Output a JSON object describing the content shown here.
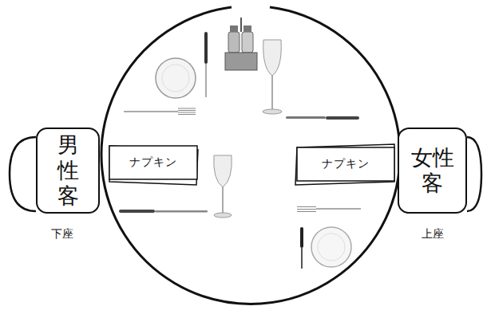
{
  "diagram": {
    "nodes": [
      {
        "text": [
          "男性客"
        ]
      },
      {
        "text": [
          "ナプキン"
        ]
      },
      {
        "text": [
          "ナプキン"
        ]
      },
      {
        "text": [
          "女性客"
        ]
      }
    ],
    "labels": [
      "下座",
      "上座"
    ]
  }
}
